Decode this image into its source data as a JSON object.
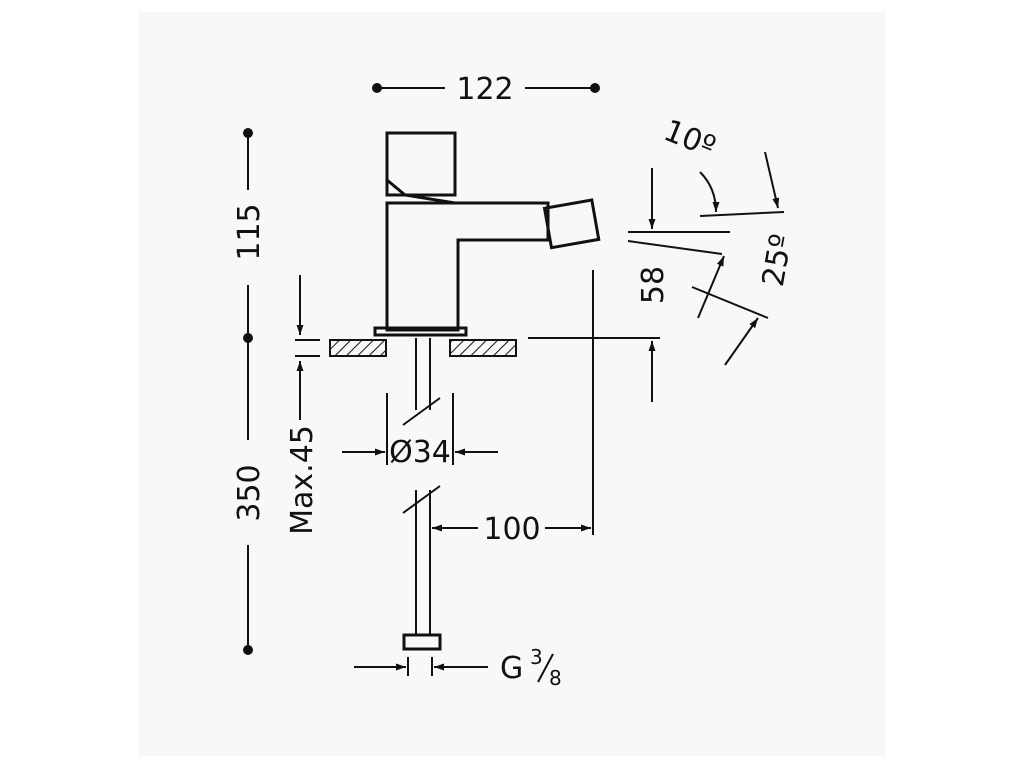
{
  "drawing": {
    "dim_width_top": "122",
    "dim_height_body": "115",
    "dim_height_total": "350",
    "dim_max_deck": "Max.45",
    "dim_diameter": "Ø34",
    "dim_reach": "100",
    "dim_spout_height": "58",
    "dim_angle_small": "10º",
    "dim_angle_large": "25º",
    "connector_label": "G",
    "connector_fraction_num": "3",
    "connector_fraction_den": "8"
  }
}
